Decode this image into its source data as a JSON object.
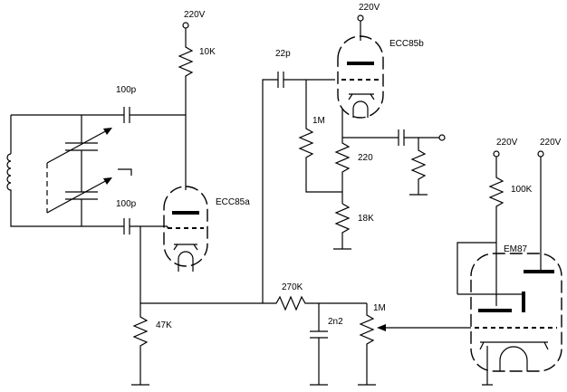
{
  "labels": {
    "v220_top": "220V",
    "r10k": "10K",
    "c100p_top": "100p",
    "c100p_bottom": "100p",
    "ecc85a": "ECC85a",
    "r47k": "47K",
    "v220_b": "220V",
    "c22p": "22p",
    "ecc85b": "ECC85b",
    "r1m": "1M",
    "r220": "220",
    "r18k": "18K",
    "v220_c": "220V",
    "v220_d": "220V",
    "r100k": "100K",
    "em87": "EM87",
    "r270k": "270K",
    "c2n2": "2n2",
    "pot1m": "1M"
  }
}
